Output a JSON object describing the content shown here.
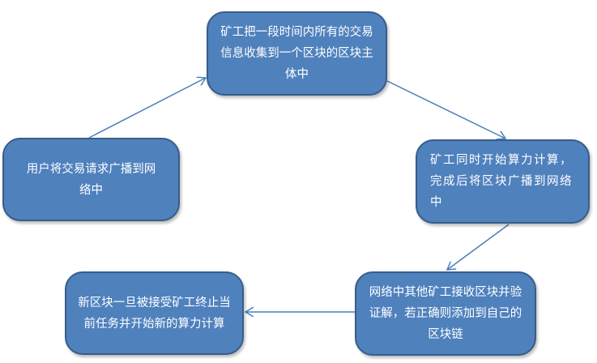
{
  "colors": {
    "fill": "#4F81BD",
    "border": "#385D8A",
    "arrow": "#4A7EBB"
  },
  "steps": [
    {
      "text": "矿工把一段时间内所有的交易信息收集到一个区块的区块主体中"
    },
    {
      "text": "矿工同时开始算力计算，完成后将区块广播到网络中"
    },
    {
      "text": "网络中其他矿工接收区块并验证解，若正确则添加到自己的区块链"
    },
    {
      "text": "新区块一旦被接受矿工终止当前任务并开始新的算力计算"
    },
    {
      "text": "用户将交易请求广播到网络中"
    }
  ]
}
